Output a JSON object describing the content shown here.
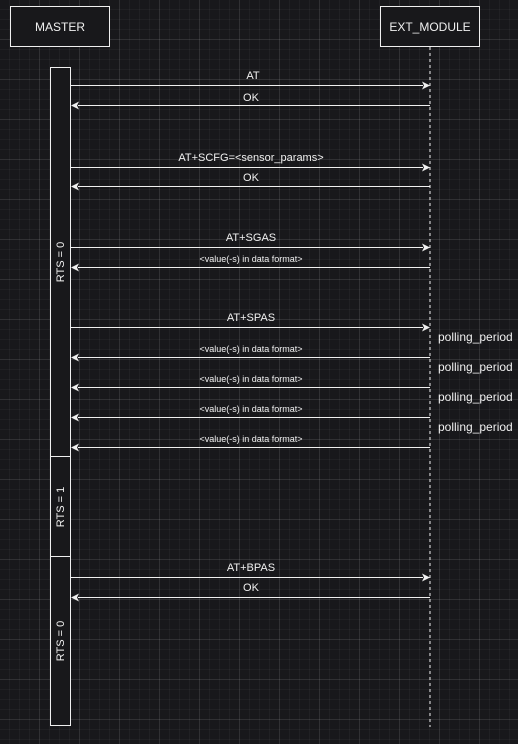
{
  "actors": {
    "master": "MASTER",
    "ext_module": "EXT_MODULE"
  },
  "activations": [
    {
      "label": "RTS = 0"
    },
    {
      "label": "RTS = 1"
    },
    {
      "label": "RTS = 0"
    }
  ],
  "messages": [
    {
      "label": "AT",
      "direction": "to_module"
    },
    {
      "label": "OK",
      "direction": "to_master"
    },
    {
      "label": "AT+SCFG=<sensor_params>",
      "direction": "to_module"
    },
    {
      "label": "OK",
      "direction": "to_master"
    },
    {
      "label": "AT+SGAS",
      "direction": "to_module"
    },
    {
      "label": "<value(-s) in data format>",
      "direction": "to_master"
    },
    {
      "label": "AT+SPAS",
      "direction": "to_module"
    },
    {
      "label": "<value(-s) in data format>",
      "direction": "to_master"
    },
    {
      "label": "<value(-s) in data format>",
      "direction": "to_master"
    },
    {
      "label": "<value(-s) in data format>",
      "direction": "to_master"
    },
    {
      "label": "<value(-s) in data format>",
      "direction": "to_master"
    },
    {
      "label": "AT+BPAS",
      "direction": "to_module"
    },
    {
      "label": "OK",
      "direction": "to_master"
    }
  ],
  "notes": [
    "polling_period",
    "polling_period",
    "polling_period",
    "polling_period"
  ],
  "colors": {
    "background": "#18181b",
    "stroke": "#f0f0f0"
  }
}
